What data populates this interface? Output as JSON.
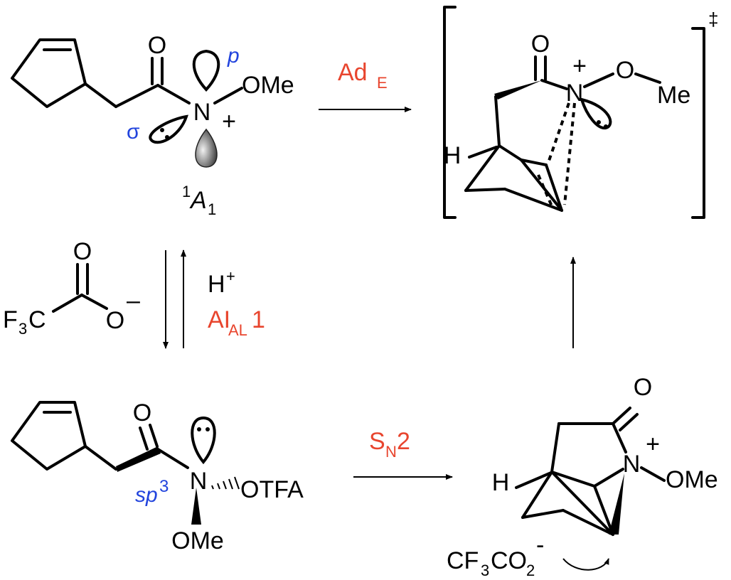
{
  "top_left": {
    "carbonyl_o": "O",
    "nitrogen": "N",
    "charge": "+",
    "ome": "OMe",
    "orbital_p": "p",
    "orbital_sigma": "σ",
    "state_main": "A",
    "state_pre": "1",
    "state_sub": "1"
  },
  "arrow_top": {
    "label": "Ad",
    "label_sub": "E"
  },
  "top_right": {
    "carbonyl_o": "O",
    "nitrogen": "N",
    "charge": "+",
    "oxygen": "O",
    "methyl": "Me",
    "h": "H",
    "ts_mark": "‡"
  },
  "equilibrium": {
    "acid_label": "H",
    "acid_charge": "+",
    "reagent_label": "AI",
    "reagent_sub": "AL",
    "reagent_num": "1"
  },
  "tfa_anion": {
    "o_top": "O",
    "o_minus": "O",
    "charge": "–",
    "cf3_f": "F",
    "cf3_sub": "3",
    "cf3_c": "C"
  },
  "bottom_left": {
    "carbonyl_o": "O",
    "nitrogen": "N",
    "otfa": "OTFA",
    "ome": "OMe",
    "hybrid": "sp",
    "hybrid_num": "3"
  },
  "arrow_bottom": {
    "label": "S",
    "label_sub": "N",
    "label_num": "2"
  },
  "bottom_right": {
    "carbonyl_o": "O",
    "nitrogen": "N",
    "charge": "+",
    "ome": "OMe",
    "h": "H",
    "counterion_a": "CF",
    "counterion_sub1": "3",
    "counterion_b": "CO",
    "counterion_sub2": "2",
    "counterion_charge": "-"
  }
}
